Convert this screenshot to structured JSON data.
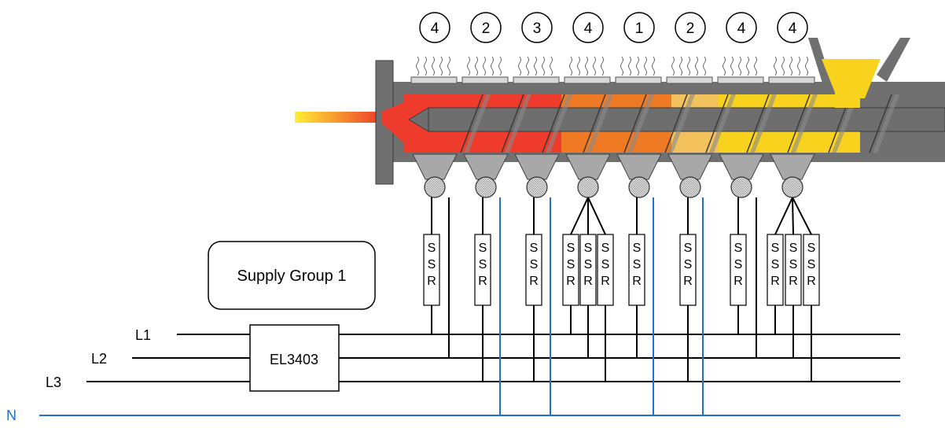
{
  "zone_numbers": [
    "4",
    "2",
    "3",
    "4",
    "1",
    "2",
    "4",
    "4"
  ],
  "ssr_letters": [
    "S",
    "S",
    "R"
  ],
  "supply_group_label": "Supply Group 1",
  "module_label": "EL3403",
  "lines": {
    "l1": "L1",
    "l2": "L2",
    "l3": "L3",
    "n": "N"
  },
  "colors": {
    "melt_red": "#ee3b2b",
    "melt_orange": "#ef7a23",
    "melt_light_orange": "#f3c25c",
    "material_yellow": "#f9d21e",
    "barrel_gray": "#707070",
    "neutral_blue": "#1f6fd6",
    "wire_black": "#000000"
  }
}
